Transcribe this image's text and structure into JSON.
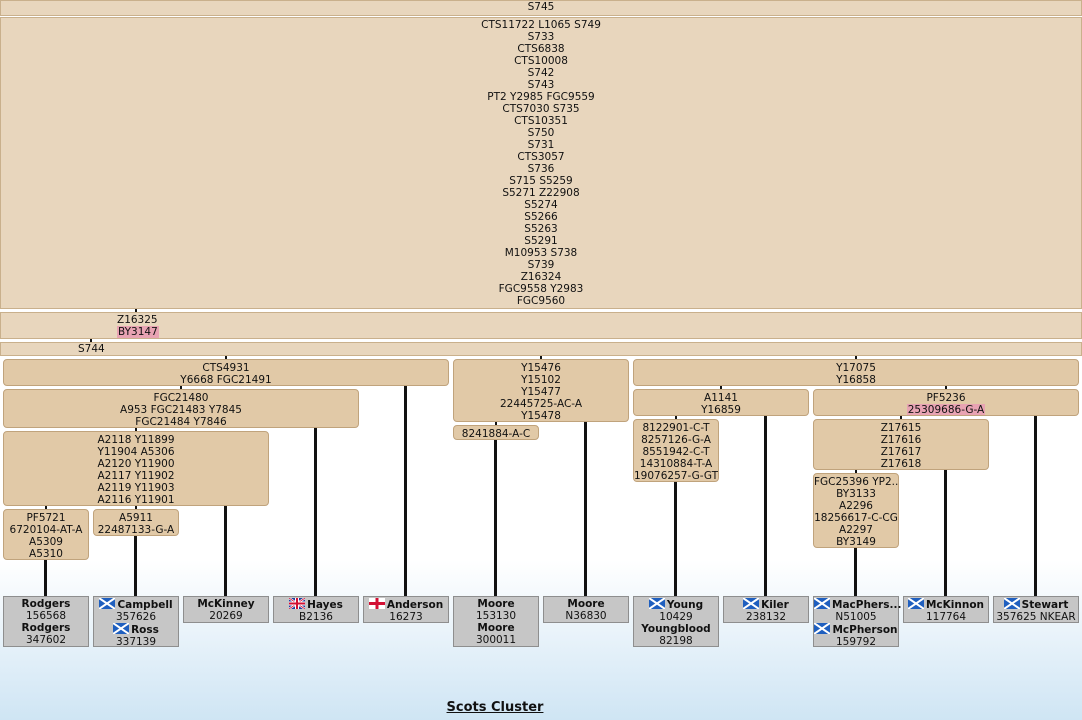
{
  "title": "Scots Cluster",
  "root": {
    "top": "S745",
    "lines": [
      "CTS11722 L1065 S749",
      "S733",
      "CTS6838",
      "CTS10008",
      "S742",
      "S743",
      "PT2 Y2985 FGC9559",
      "CTS7030 S735",
      "CTS10351",
      "S750",
      "S731",
      "CTS3057",
      "S736",
      "S715 S5259",
      "S5271 Z22908",
      "S5274",
      "S5266",
      "S5263",
      "S5291",
      "M10953 S738",
      "S739",
      "Z16324",
      "FGC9558 Y2983",
      "FGC9560"
    ],
    "z16325": "Z16325",
    "by3147": "BY3147",
    "s744": "S744"
  },
  "nodes": {
    "cts4931": [
      "CTS4931",
      "Y6668 FGC21491"
    ],
    "fgc21480": [
      "FGC21480",
      "A953 FGC21483 Y7845",
      "FGC21484 Y7846"
    ],
    "a2118": [
      "A2118 Y11899",
      "Y11904 A5306",
      "A2120 Y11900",
      "A2117 Y11902",
      "A2119 Y11903",
      "A2116 Y11901"
    ],
    "pf5721": [
      "PF5721",
      "6720104-AT-A",
      "A5309",
      "A5310"
    ],
    "a5911": [
      "A5911",
      "22487133-G-A"
    ],
    "y15476": [
      "Y15476",
      "Y15102",
      "Y15477",
      "22445725-AC-A",
      "Y15478"
    ],
    "n8241884": [
      "8241884-A-C"
    ],
    "y17075": [
      "Y17075",
      "Y16858"
    ],
    "a1141": [
      "A1141",
      "Y16859"
    ],
    "n8122901": [
      "8122901-C-T",
      "8257126-G-A",
      "8551942-C-T",
      "14310884-T-A",
      "19076257-G-GT"
    ],
    "pf5236": [
      "PF5236"
    ],
    "pf5236_hl": "25309686-G-A",
    "z17615": [
      "Z17615",
      "Z17616",
      "Z17617",
      "Z17618"
    ],
    "fgc25396": [
      "FGC25396 YP2...",
      "BY3133",
      "A2296",
      "18256617-C-CG",
      "A2297",
      "BY3149"
    ]
  },
  "people": {
    "rodgers": [
      {
        "name": "Rodgers",
        "kit": "156568"
      },
      {
        "name": "Rodgers",
        "kit": "347602"
      }
    ],
    "campbell": [
      {
        "name": "Campbell",
        "kit": "357626",
        "flag": "scotland"
      },
      {
        "name": "Ross",
        "kit": "337139",
        "flag": "scotland"
      }
    ],
    "mckinney": [
      {
        "name": "McKinney",
        "kit": "20269"
      }
    ],
    "hayes": [
      {
        "name": "Hayes",
        "kit": "B2136",
        "flag": "uk"
      }
    ],
    "anderson": [
      {
        "name": "Anderson",
        "kit": "16273",
        "flag": "england"
      }
    ],
    "moore1": [
      {
        "name": "Moore",
        "kit": "153130"
      },
      {
        "name": "Moore",
        "kit": "300011"
      }
    ],
    "moore2": [
      {
        "name": "Moore",
        "kit": "N36830"
      }
    ],
    "young": [
      {
        "name": "Young",
        "kit": "10429",
        "flag": "scotland"
      },
      {
        "name": "Youngblood",
        "kit": "82198"
      }
    ],
    "kiler": [
      {
        "name": "Kiler",
        "kit": "238132",
        "flag": "scotland"
      }
    ],
    "macpherson": [
      {
        "name": "MacPhers...",
        "kit": "N51005",
        "flag": "scotland"
      },
      {
        "name": "McPherson",
        "kit": "159792",
        "flag": "scotland"
      }
    ],
    "mckinnon": [
      {
        "name": "McKinnon",
        "kit": "117764",
        "flag": "scotland"
      }
    ],
    "stewart": [
      {
        "name": "Stewart",
        "kit": "357625 NKEAR",
        "flag": "scotland"
      }
    ]
  },
  "colors": {
    "node": "#e1c9a7",
    "band": "#e8d6bd",
    "highlight": "#e8a3b3",
    "person": "#c6c6c6"
  }
}
